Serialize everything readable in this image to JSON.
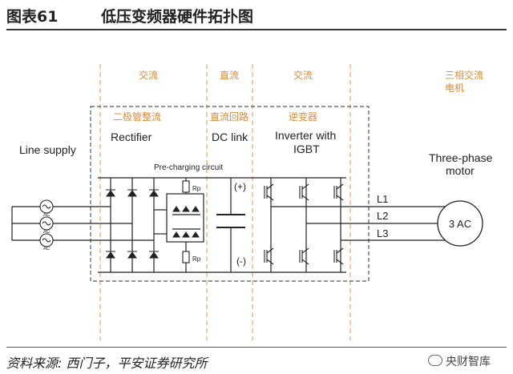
{
  "header": {
    "figure_number": "图表61",
    "title": "低压变频器硬件拓扑图"
  },
  "regions": {
    "ac_in": "交流",
    "dc": "直流",
    "ac_out": "交流",
    "motor_cn": [
      "三相交流",
      "电机"
    ]
  },
  "sections": {
    "rectifier_cn": "二极管整流",
    "rectifier": "Rectifier",
    "dc_link_cn": "直流回路",
    "dc_link": "DC link",
    "inverter_cn": "逆变器",
    "inverter_line1": "Inverter with",
    "inverter_line2": "IGBT"
  },
  "labels": {
    "line_supply": "Line supply",
    "pre_charging": "Pre-charging circuit",
    "resistor": "Rp",
    "plus": "(+)",
    "minus": "(-)",
    "phase1": "L1",
    "phase2": "L2",
    "phase3": "L3",
    "motor_line1": "Three-phase",
    "motor_line2": "motor",
    "motor_symbol": "3 AC",
    "source_symbol": "AC"
  },
  "footer": {
    "source": "资料来源: 西门子，平安证券研究所",
    "watermark": "央财智库"
  },
  "colors": {
    "accent": "#e08a3c",
    "line": "#222222",
    "dashed": "#555555"
  }
}
